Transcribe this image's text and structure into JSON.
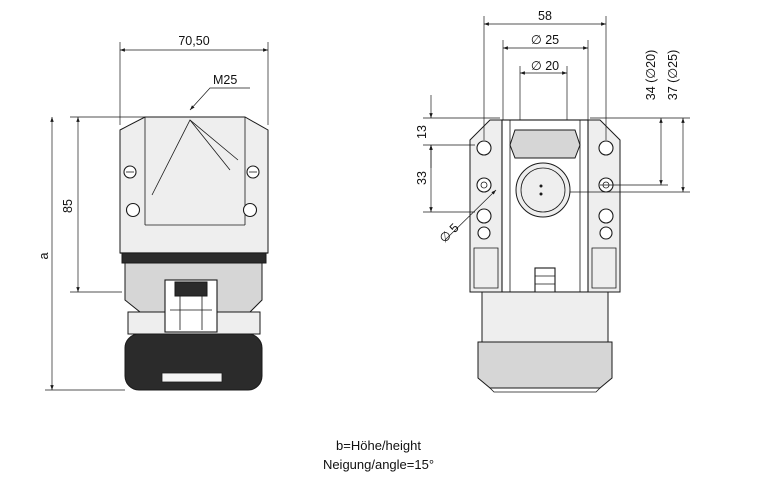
{
  "dimensions": {
    "width_side": "70,50",
    "thread": "M25",
    "height_85": "85",
    "height_a": "a",
    "width_front": "58",
    "dia_25": "∅ 25",
    "dia_20": "∅ 20",
    "hole_13": "13",
    "hole_33": "33",
    "dia_5": "∅ 5",
    "v34": "34 (∅20)",
    "v37": "37 (∅25)"
  },
  "caption": {
    "line1": "b=Höhe/height",
    "line2": "Neigung/angle=15°"
  }
}
